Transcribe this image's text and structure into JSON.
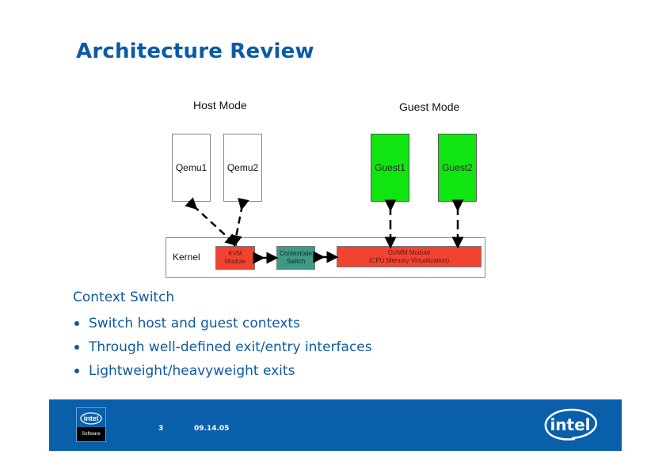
{
  "slide": {
    "title": "Architecture Review",
    "page_number": "3",
    "date": "09.14.05"
  },
  "diagram": {
    "host_mode_label": "Host  Mode",
    "guest_mode_label": "Guest Mode",
    "host_boxes": [
      {
        "label": "Qemu1"
      },
      {
        "label": "Qemu2"
      }
    ],
    "guest_boxes": [
      {
        "label": "Guest1"
      },
      {
        "label": "Guest2"
      }
    ],
    "kernel": {
      "label": "Kernel",
      "kvm_module": {
        "line1": "KVM",
        "line2": "Module"
      },
      "context_switch": {
        "line1": "Contextode",
        "line2": "Switch"
      },
      "gvmm_module": {
        "line1": "GVMM Module",
        "line2": "(CPU Memory Virtualization)"
      }
    },
    "colors": {
      "guest_fill": "#11e511",
      "module_red": "#f14332",
      "context_teal": "#3c9a86"
    }
  },
  "content": {
    "heading": "Context Switch",
    "bullets": [
      "Switch host and guest contexts",
      "Through well-defined exit/entry interfaces",
      "Lightweight/heavyweight exits"
    ]
  },
  "footer": {
    "software_logo_text": "Software",
    "logo_wordmark": "intel",
    "band_color": "#0a5fab"
  }
}
